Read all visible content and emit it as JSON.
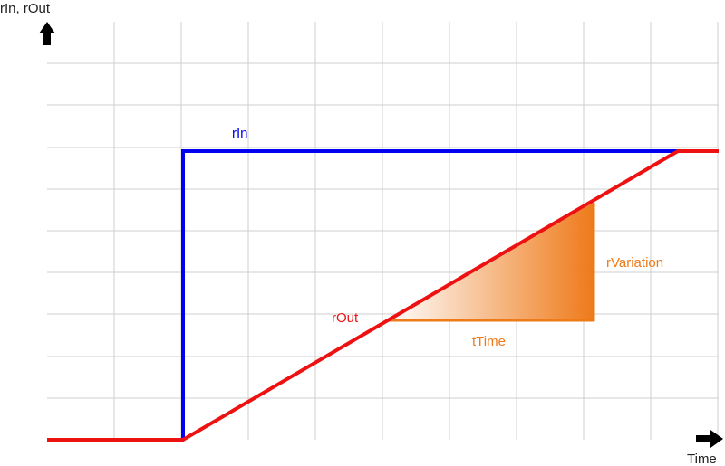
{
  "axes": {
    "y_label": "rIn, rOut",
    "x_label": "Time"
  },
  "labels": {
    "rin": "rIn",
    "rout": "rOut",
    "rvariation": "rVariation",
    "ttime": "tTime"
  },
  "colors": {
    "rin": "#0000ee",
    "rout": "#ee1111",
    "accent": "#ee7a1a",
    "grid": "#cfcfcf"
  }
}
